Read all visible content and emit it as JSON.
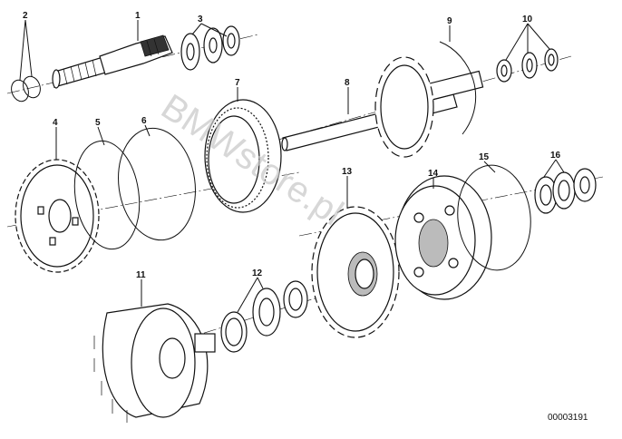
{
  "diagram": {
    "callouts": [
      "1",
      "2",
      "3",
      "4",
      "5",
      "6",
      "7",
      "8",
      "9",
      "10",
      "11",
      "12",
      "13",
      "14",
      "15",
      "16"
    ],
    "reference_number": "00003191",
    "watermark": "BMWstore.pl"
  },
  "icons": {
    "style": "exploded-parts-line-drawing",
    "stroke_color": "#111111",
    "watermark_color": "#c7c7c7"
  }
}
